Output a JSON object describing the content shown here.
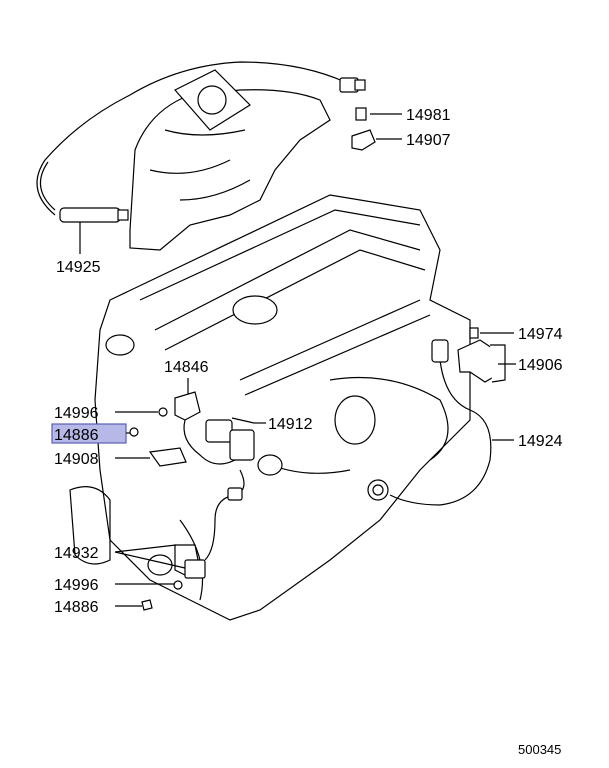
{
  "diagram": {
    "catalog_code": "500345",
    "highlighted_part": "14886",
    "colors": {
      "highlight_fill": "#b6b8e8",
      "highlight_stroke": "#5a5fb4",
      "line": "#000000",
      "watermark": "#d8d8d8"
    },
    "callouts": [
      {
        "id": "c14981",
        "part": "14981"
      },
      {
        "id": "c14907",
        "part": "14907"
      },
      {
        "id": "c14925",
        "part": "14925"
      },
      {
        "id": "c14974",
        "part": "14974"
      },
      {
        "id": "c14906",
        "part": "14906"
      },
      {
        "id": "c14846",
        "part": "14846"
      },
      {
        "id": "c14996a",
        "part": "14996"
      },
      {
        "id": "c14886a",
        "part": "14886"
      },
      {
        "id": "c14912",
        "part": "14912"
      },
      {
        "id": "c14908",
        "part": "14908"
      },
      {
        "id": "c14924",
        "part": "14924"
      },
      {
        "id": "c14932",
        "part": "14932"
      },
      {
        "id": "c14996b",
        "part": "14996"
      },
      {
        "id": "c14886b",
        "part": "14886"
      }
    ]
  }
}
